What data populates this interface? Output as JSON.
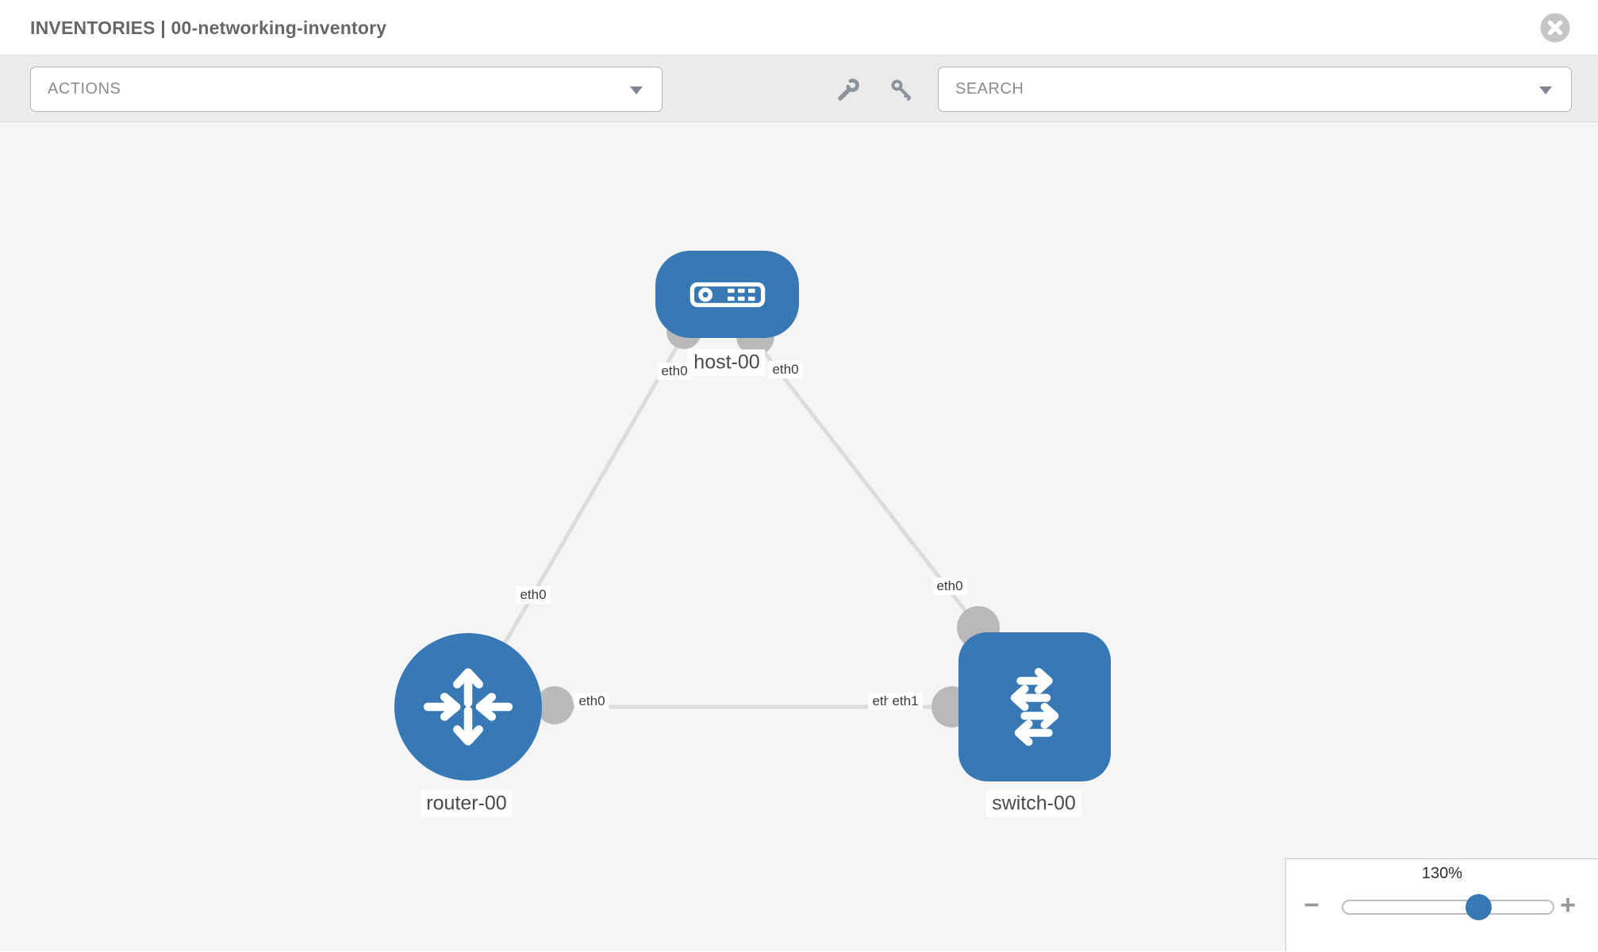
{
  "header": {
    "title": "INVENTORIES | 00-networking-inventory"
  },
  "toolbar": {
    "actions_label": "ACTIONS",
    "search_label": "SEARCH",
    "icons": [
      "wrench-icon",
      "key-icon"
    ]
  },
  "canvas": {
    "nodes": {
      "host": {
        "label": "host-00",
        "type": "host"
      },
      "router": {
        "label": "router-00",
        "type": "router"
      },
      "switch": {
        "label": "switch-00",
        "type": "switch"
      }
    },
    "interfaces": {
      "host_left": "eth0",
      "host_right": "eth0",
      "link_host_router": "eth0",
      "link_host_switch": "eth0",
      "router_port": "eth0",
      "switch_port_eth0": "eth0",
      "switch_port_eth1": "eth1"
    },
    "links": [
      {
        "from": "host-00",
        "to": "router-00"
      },
      {
        "from": "host-00",
        "to": "switch-00"
      },
      {
        "from": "router-00",
        "to": "switch-00"
      }
    ]
  },
  "zoom_control": {
    "level": "130%",
    "zoom_out": "−",
    "zoom_in": "+"
  },
  "colors": {
    "node_blue": "#3879b5",
    "port_gray": "#b9b9b9",
    "link_gray": "#dcdcdc",
    "close_gray": "#c6c6c6"
  }
}
